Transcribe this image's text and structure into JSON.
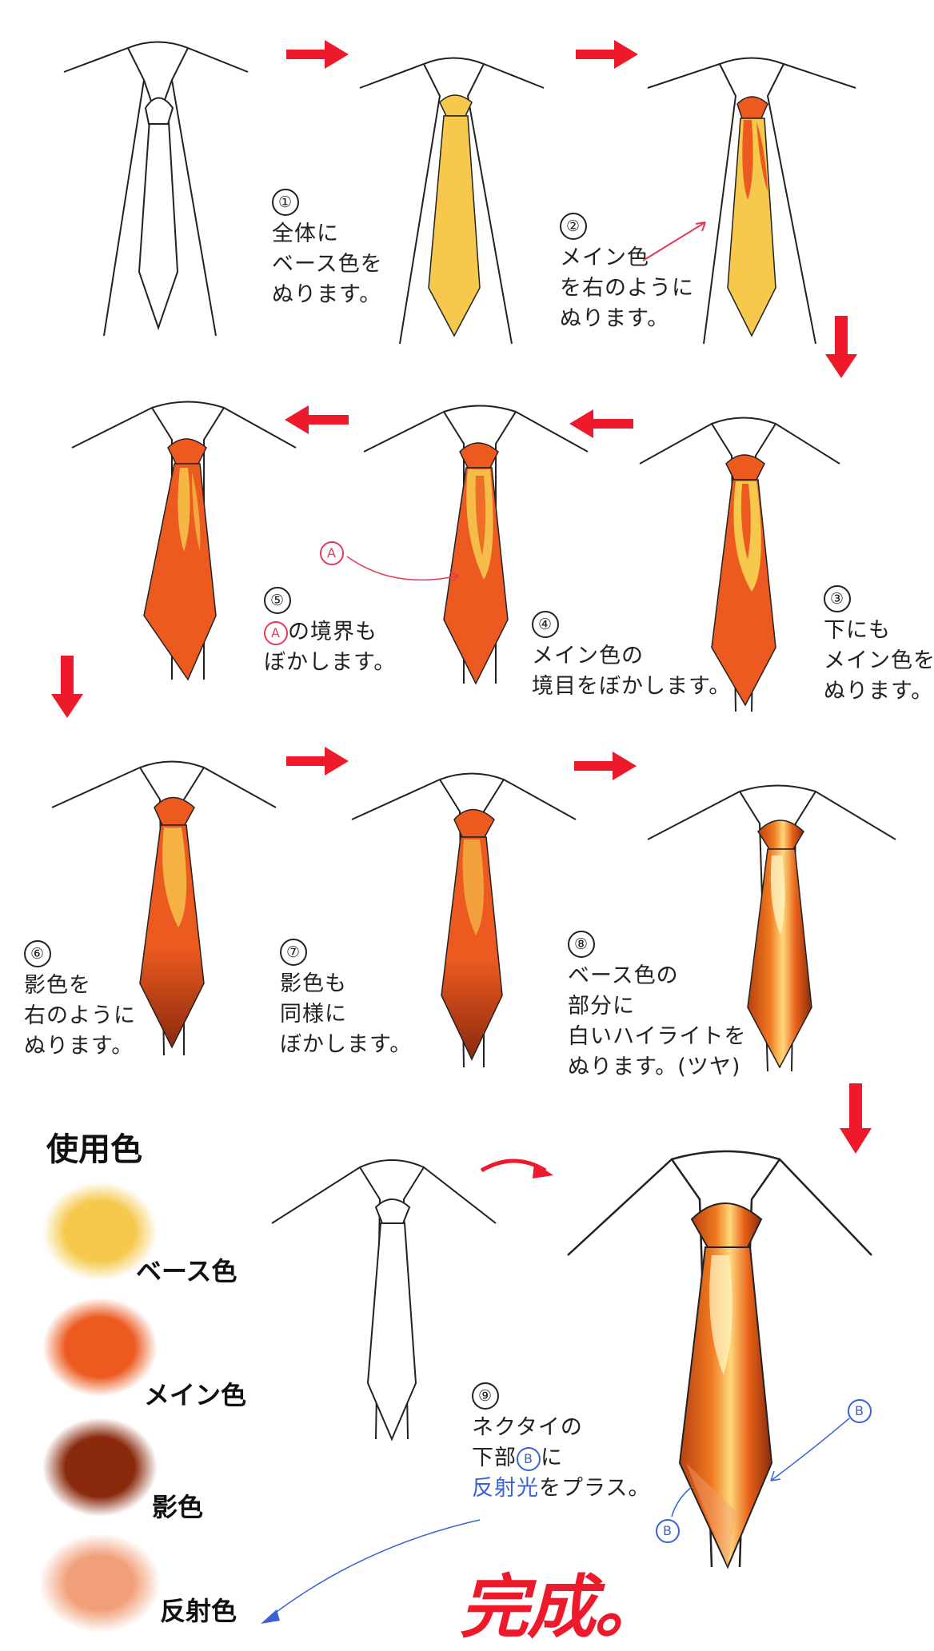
{
  "colors": {
    "base": "#f6c84b",
    "main": "#ec5a20",
    "shadow": "#8a2a0d",
    "reflect": "#f2a07a",
    "arrow": "#ee1a2c",
    "blueInk": "#3a62d6"
  },
  "steps": [
    {
      "num": "①",
      "lines": [
        "全体に",
        "ベース色を",
        "ぬります。"
      ]
    },
    {
      "num": "②",
      "lines": [
        "メイン色",
        "を右のように",
        "ぬります。"
      ]
    },
    {
      "num": "③",
      "lines": [
        "下にも",
        "メイン色を",
        "ぬります。"
      ]
    },
    {
      "num": "④",
      "lines": [
        "メイン色の",
        "境目をぼかします。"
      ]
    },
    {
      "num": "⑤",
      "line1_tail": "の境界も",
      "line2": "ぼかします。",
      "mark": "A"
    },
    {
      "num": "⑥",
      "lines": [
        "影色を",
        "右のように",
        "ぬります。"
      ]
    },
    {
      "num": "⑦",
      "lines": [
        "影色も",
        "同様に",
        "ぼかします。"
      ]
    },
    {
      "num": "⑧",
      "lines": [
        "ベース色の",
        "部分に",
        "白いハイライトを",
        "ぬります。(ツヤ)"
      ]
    },
    {
      "num": "⑨",
      "line1": "ネクタイの",
      "line2_head": "下部",
      "line2_tail": "に",
      "line3_blue": "反射光",
      "line3_tail": "をプラス。",
      "mark": "B"
    }
  ],
  "annotations": {
    "markA": "A",
    "markB": "B"
  },
  "legend": {
    "title": "使用色",
    "items": [
      {
        "label": "ベース色",
        "color": "#f6c84b"
      },
      {
        "label": "メイン色",
        "color": "#ec5a20"
      },
      {
        "label": "影色",
        "color": "#8a2a0d"
      },
      {
        "label": "反射色",
        "color": "#f2a07a"
      }
    ]
  },
  "final_label": "完成。"
}
